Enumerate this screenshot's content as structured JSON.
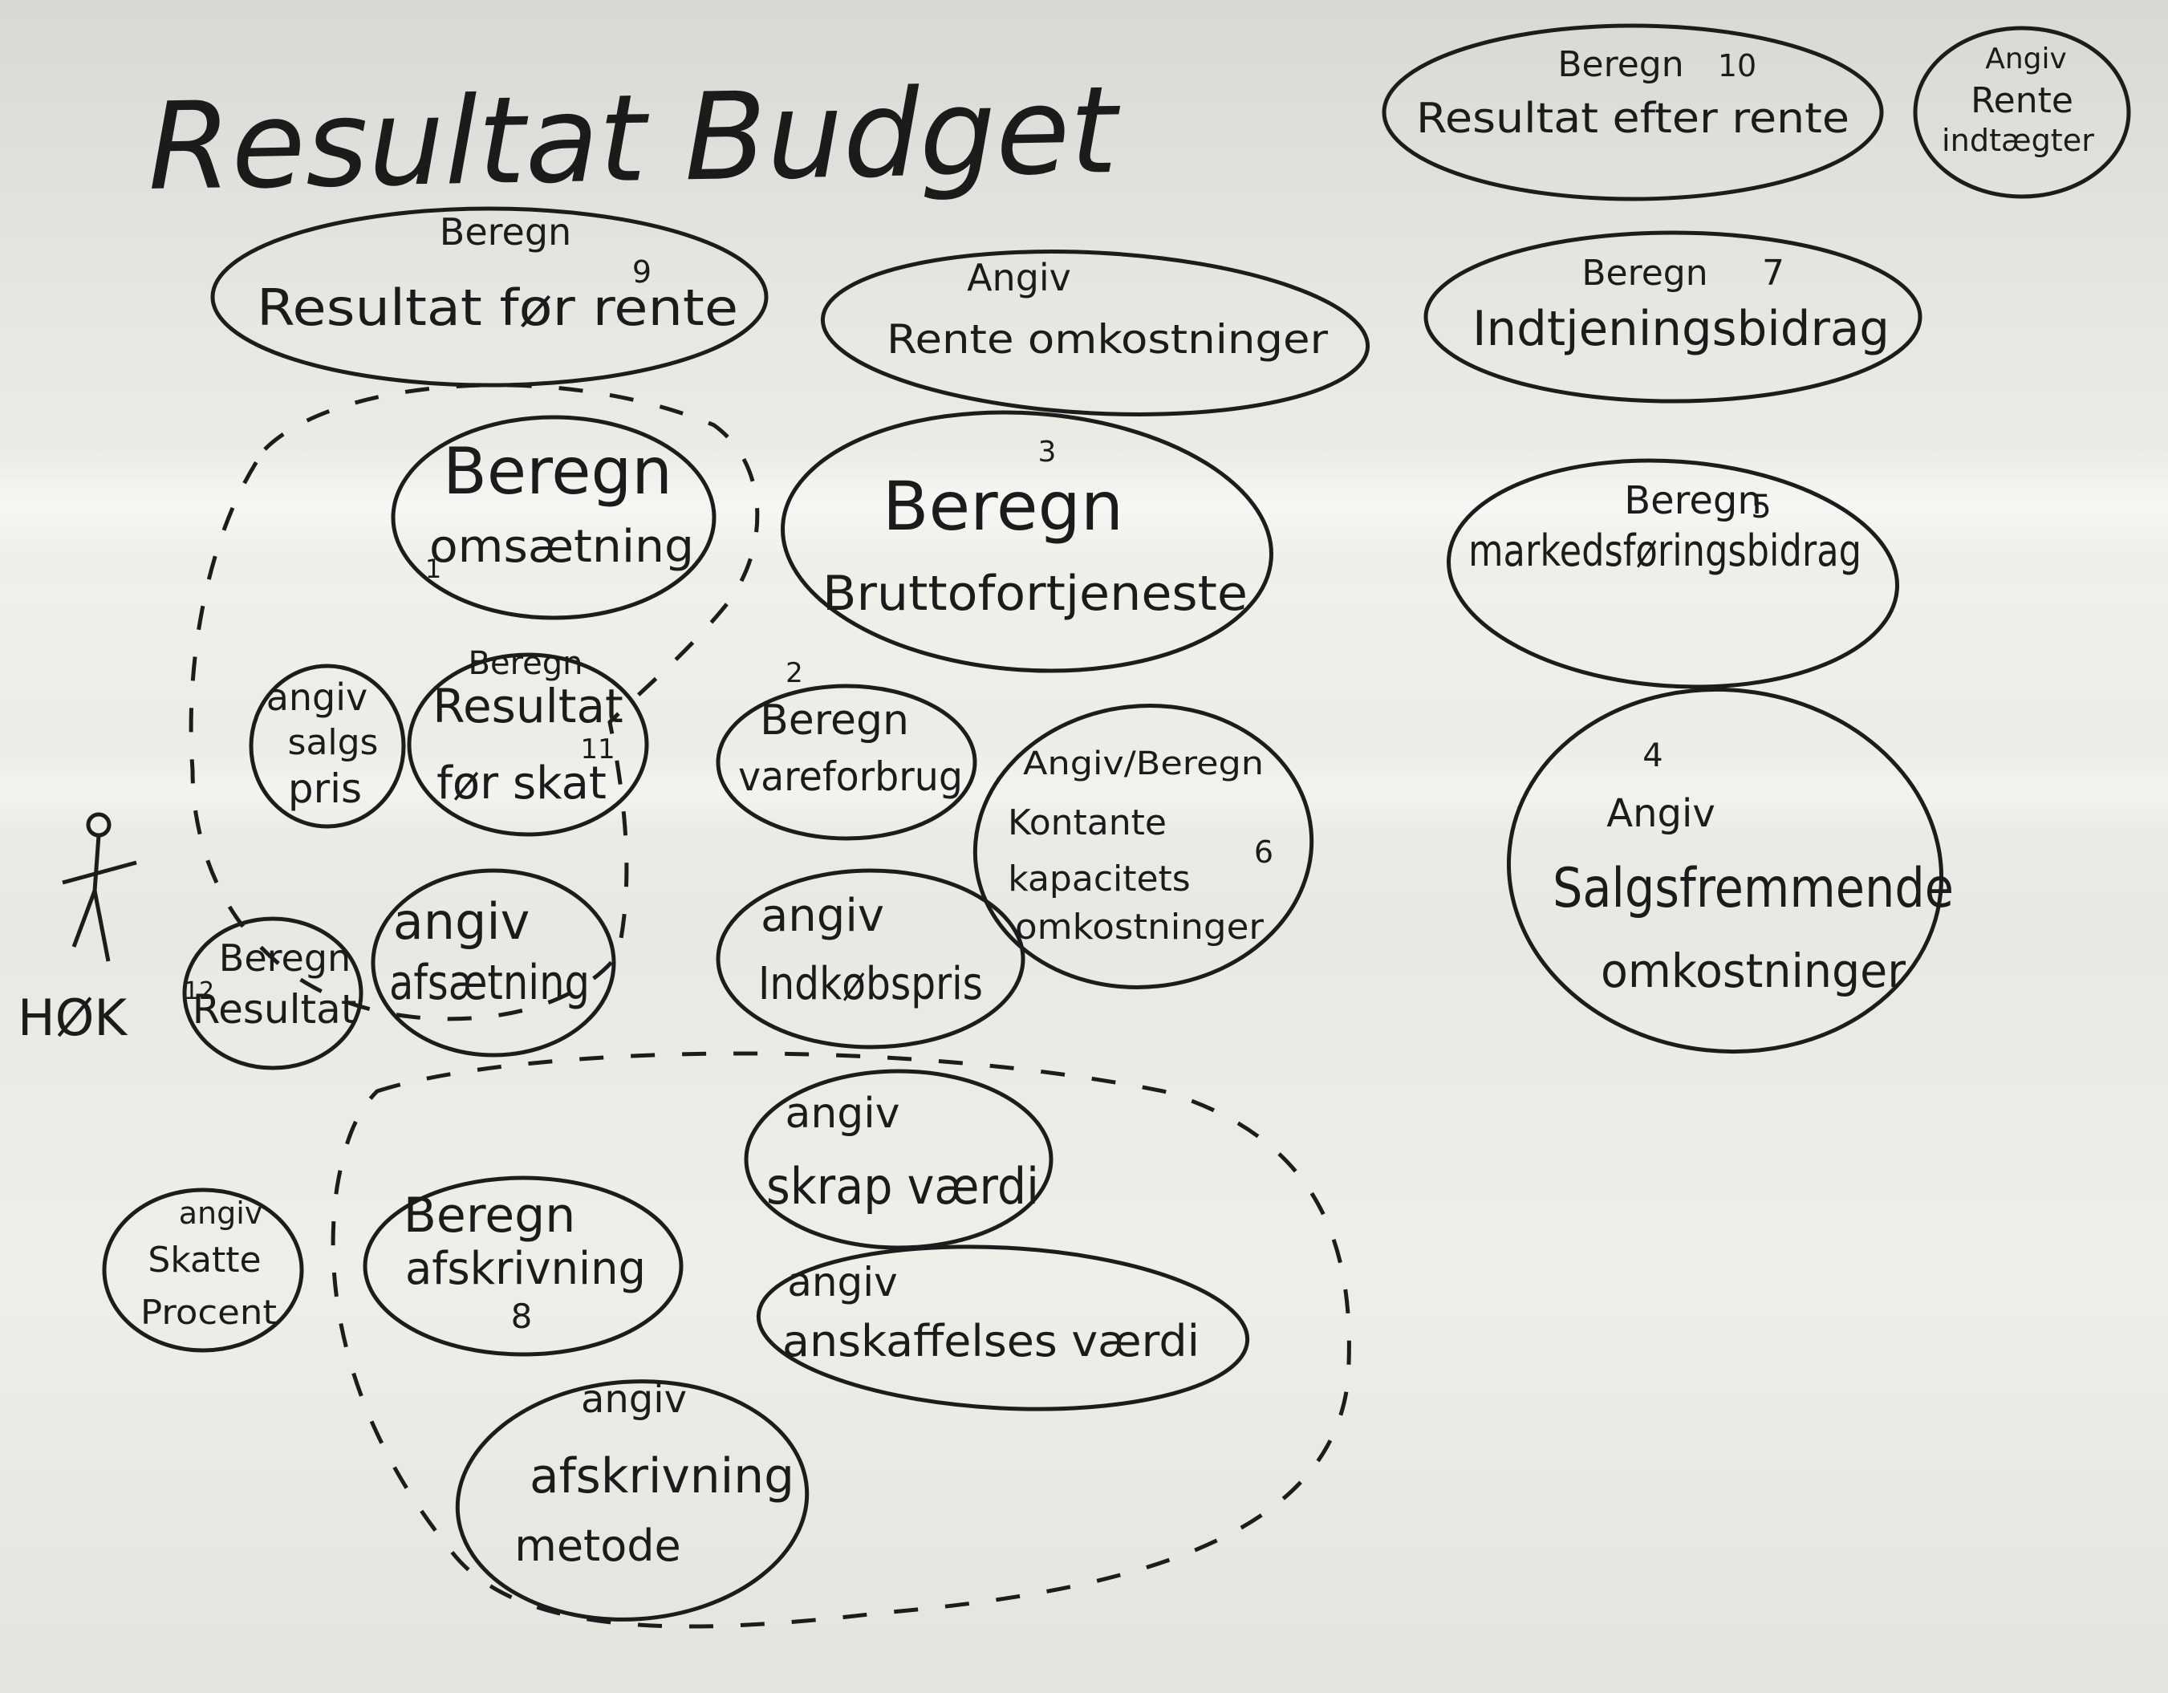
{
  "title": "Resultat Budget",
  "actor": {
    "label": "HØK"
  },
  "bubbles": [
    {
      "id": "b9",
      "lines": [
        "Beregn",
        "Resultat før rente"
      ],
      "number": "9"
    },
    {
      "id": "b10",
      "lines": [
        "Beregn",
        "Resultat efter rente"
      ],
      "number": "10"
    },
    {
      "id": "a-renteind",
      "lines": [
        "Angiv",
        "Rente",
        "indtægter"
      ]
    },
    {
      "id": "a-renteomk",
      "lines": [
        "Angiv",
        "Rente omkostninger"
      ]
    },
    {
      "id": "b7",
      "lines": [
        "Beregn",
        "Indtjeningsbidrag"
      ],
      "number": "7"
    },
    {
      "id": "b1",
      "lines": [
        "Beregn",
        "omsætning"
      ],
      "number": "1"
    },
    {
      "id": "b3",
      "lines": [
        "Beregn",
        "Bruttofortjeneste"
      ],
      "number": "3"
    },
    {
      "id": "b5",
      "lines": [
        "Beregn",
        "markedsføringsbidrag"
      ],
      "number": "5"
    },
    {
      "id": "a-salgspris",
      "lines": [
        "angiv",
        "salgs",
        "pris"
      ]
    },
    {
      "id": "b11",
      "lines": [
        "Beregn",
        "Resultat",
        "før skat"
      ],
      "number": "11"
    },
    {
      "id": "b2",
      "lines": [
        "Beregn",
        "vareforbrug"
      ],
      "number": "2"
    },
    {
      "id": "b6",
      "lines": [
        "Angiv/Beregn",
        "Kontante",
        "kapacitets",
        "omkostninger"
      ],
      "number": "6"
    },
    {
      "id": "a4",
      "lines": [
        "Angiv",
        "Salgsfremmende",
        "omkostninger"
      ],
      "number": "4"
    },
    {
      "id": "b12",
      "lines": [
        "Beregn",
        "Resultat"
      ],
      "number": "12"
    },
    {
      "id": "a-afsaetning",
      "lines": [
        "angiv",
        "afsætning"
      ]
    },
    {
      "id": "a-indkobspris",
      "lines": [
        "angiv",
        "Indkøbspris"
      ]
    },
    {
      "id": "a-skrapvaerdi",
      "lines": [
        "angiv",
        "skrap værdi"
      ]
    },
    {
      "id": "a-skatteprocent",
      "lines": [
        "angiv",
        "Skatte",
        "Procent"
      ]
    },
    {
      "id": "b8",
      "lines": [
        "Beregn",
        "afskrivning"
      ],
      "number": "8"
    },
    {
      "id": "a-anskaffelse",
      "lines": [
        "angiv",
        "anskaffelses værdi"
      ]
    },
    {
      "id": "a-afskrivmetode",
      "lines": [
        "angiv",
        "afskrivning",
        "metode"
      ]
    }
  ]
}
